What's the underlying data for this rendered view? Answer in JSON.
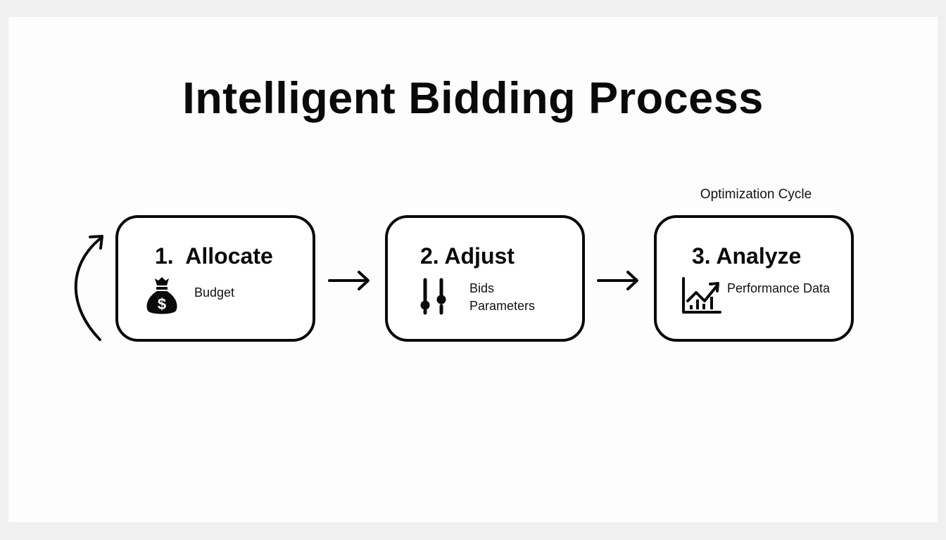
{
  "title": "Intelligent Bidding Process",
  "cycle_label": "Optimization Cycle",
  "steps": [
    {
      "title": "1.  Allocate",
      "icon": "money-bag-icon",
      "lines": [
        "Budget"
      ]
    },
    {
      "title": "2. Adjust",
      "icon": "sliders-icon",
      "lines": [
        "Bids",
        "Parameters"
      ]
    },
    {
      "title": "3. Analyze",
      "icon": "growth-chart-icon",
      "lines": [
        "Performance Data"
      ]
    }
  ],
  "connectors": [
    "right-arrow",
    "right-arrow",
    "curved-loop-arrow"
  ],
  "colors": {
    "stroke": "#0a0a0a",
    "background": "#fdfdfd",
    "frame": "#f0f0f0"
  }
}
